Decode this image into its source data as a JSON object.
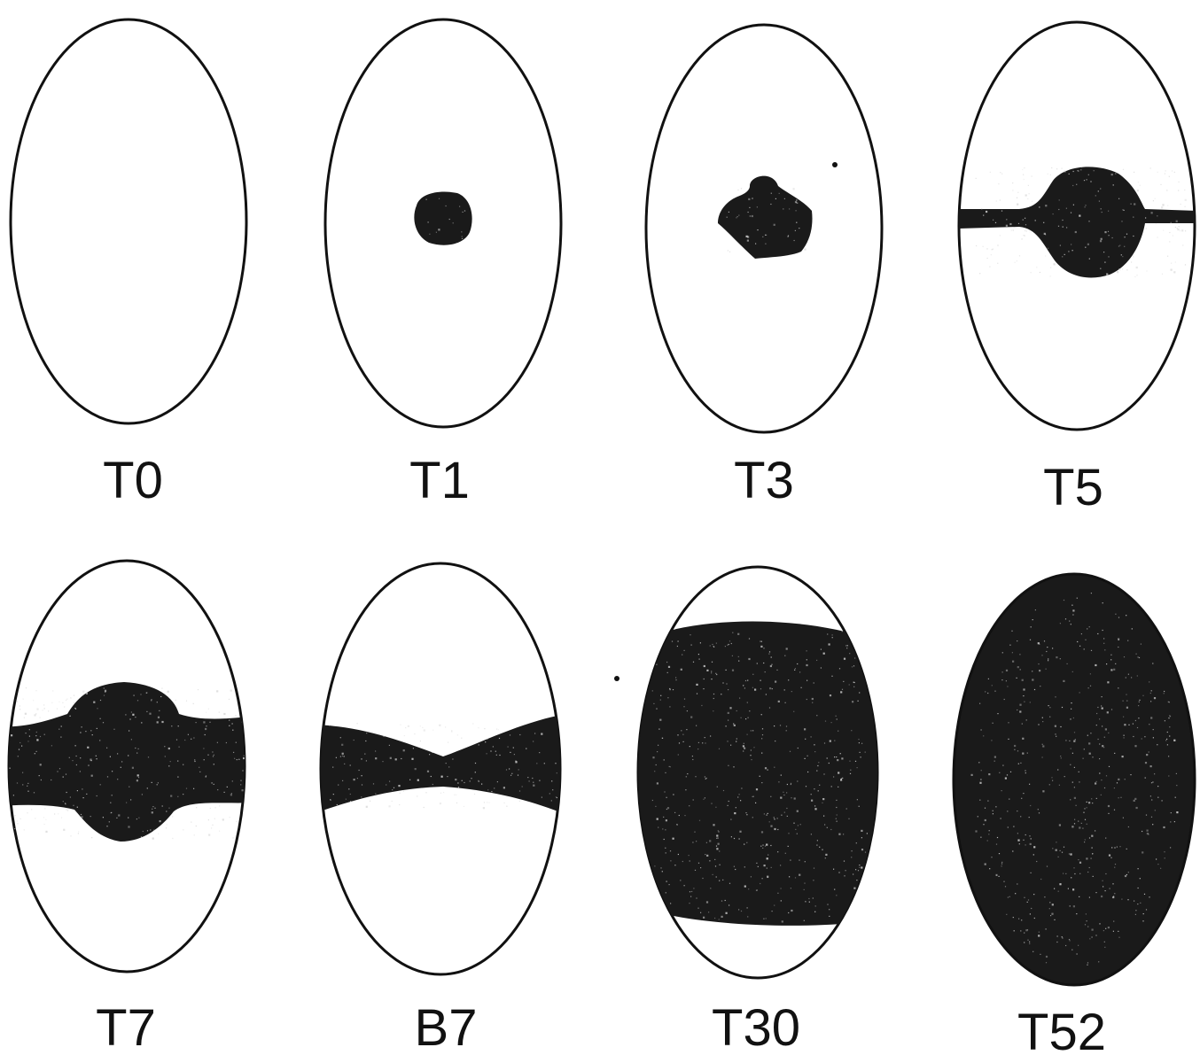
{
  "figure": {
    "panels": [
      {
        "label": "T0",
        "stage": "none"
      },
      {
        "label": "T1",
        "stage": "spot"
      },
      {
        "label": "T3",
        "stage": "lobed-spot"
      },
      {
        "label": "T5",
        "stage": "thin-band-with-bulge"
      },
      {
        "label": "T7",
        "stage": "thick-band-with-bulge"
      },
      {
        "label": "B7",
        "stage": "pinched-band"
      },
      {
        "label": "T30",
        "stage": "mostly-filled"
      },
      {
        "label": "T52",
        "stage": "filled"
      }
    ],
    "colors": {
      "outline": "#111111",
      "fill": "#1a1a1a",
      "speckle": "#d8d8d8",
      "background": "#ffffff"
    }
  }
}
